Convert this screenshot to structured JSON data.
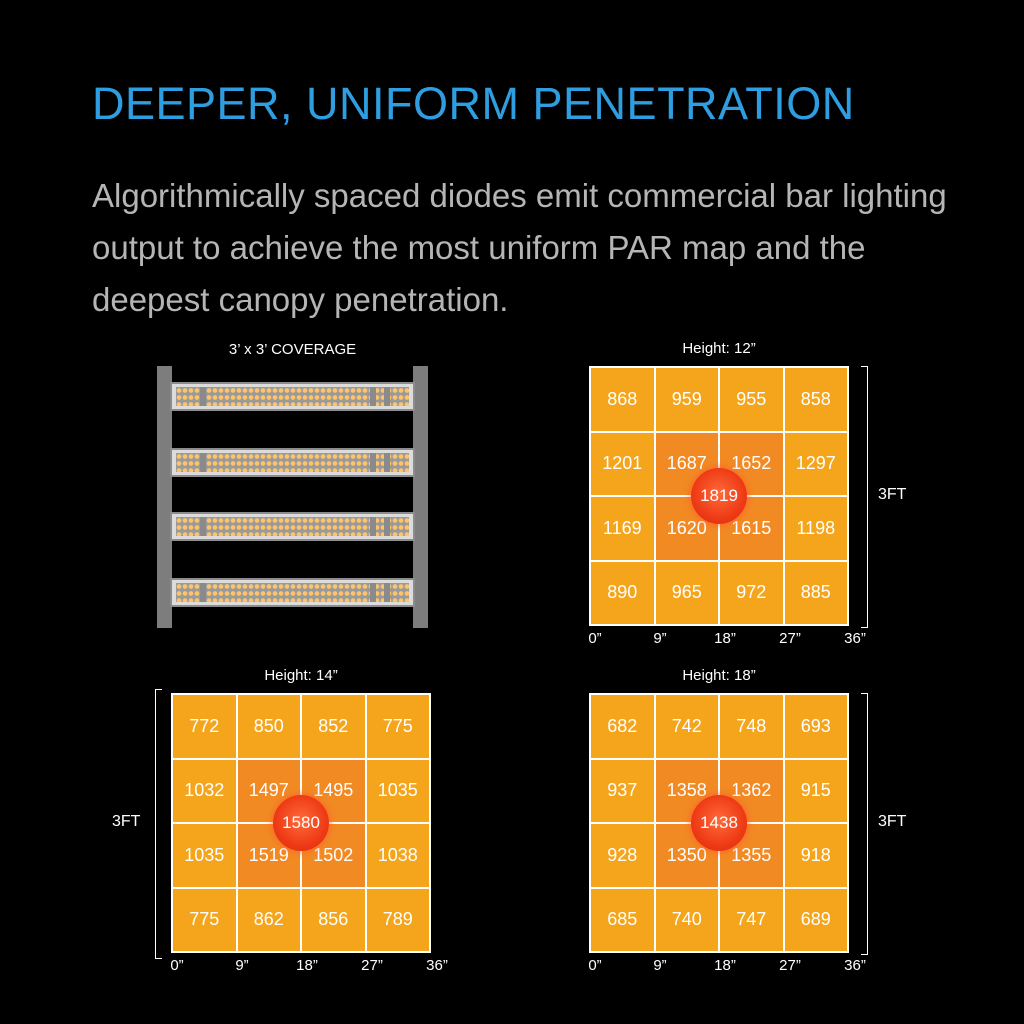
{
  "title": "DEEPER, UNIFORM PENETRATION",
  "subtitle": "Algorithmically spaced diodes emit commercial bar lighting output to achieve the most uniform PAR map and the deepest canopy penetration.",
  "coverage": {
    "caption": "3’ x 3’ COVERAGE",
    "bar_count": 4
  },
  "x_ticks": [
    "0”",
    "9”",
    "18”",
    "27”",
    "36”"
  ],
  "side_label": "3FT",
  "par_maps": [
    {
      "caption": "Height: 12”",
      "center": "1819",
      "rows": [
        [
          "868",
          "959",
          "955",
          "858"
        ],
        [
          "1201",
          "1687",
          "1652",
          "1297"
        ],
        [
          "1169",
          "1620",
          "1615",
          "1198"
        ],
        [
          "890",
          "965",
          "972",
          "885"
        ]
      ]
    },
    {
      "caption": "Height: 14”",
      "center": "1580",
      "rows": [
        [
          "772",
          "850",
          "852",
          "775"
        ],
        [
          "1032",
          "1497",
          "1495",
          "1035"
        ],
        [
          "1035",
          "1519",
          "1502",
          "1038"
        ],
        [
          "775",
          "862",
          "856",
          "789"
        ]
      ]
    },
    {
      "caption": "Height: 18”",
      "center": "1438",
      "rows": [
        [
          "682",
          "742",
          "748",
          "693"
        ],
        [
          "937",
          "1358",
          "1362",
          "915"
        ],
        [
          "928",
          "1350",
          "1355",
          "918"
        ],
        [
          "685",
          "740",
          "747",
          "689"
        ]
      ]
    }
  ],
  "colors": {
    "title": "#2f9ee0",
    "subtitle": "#b5b5b5",
    "cell_outer": "#f5a51b",
    "cell_inner": "#f28a24",
    "hotspot": "#ee3b16"
  }
}
